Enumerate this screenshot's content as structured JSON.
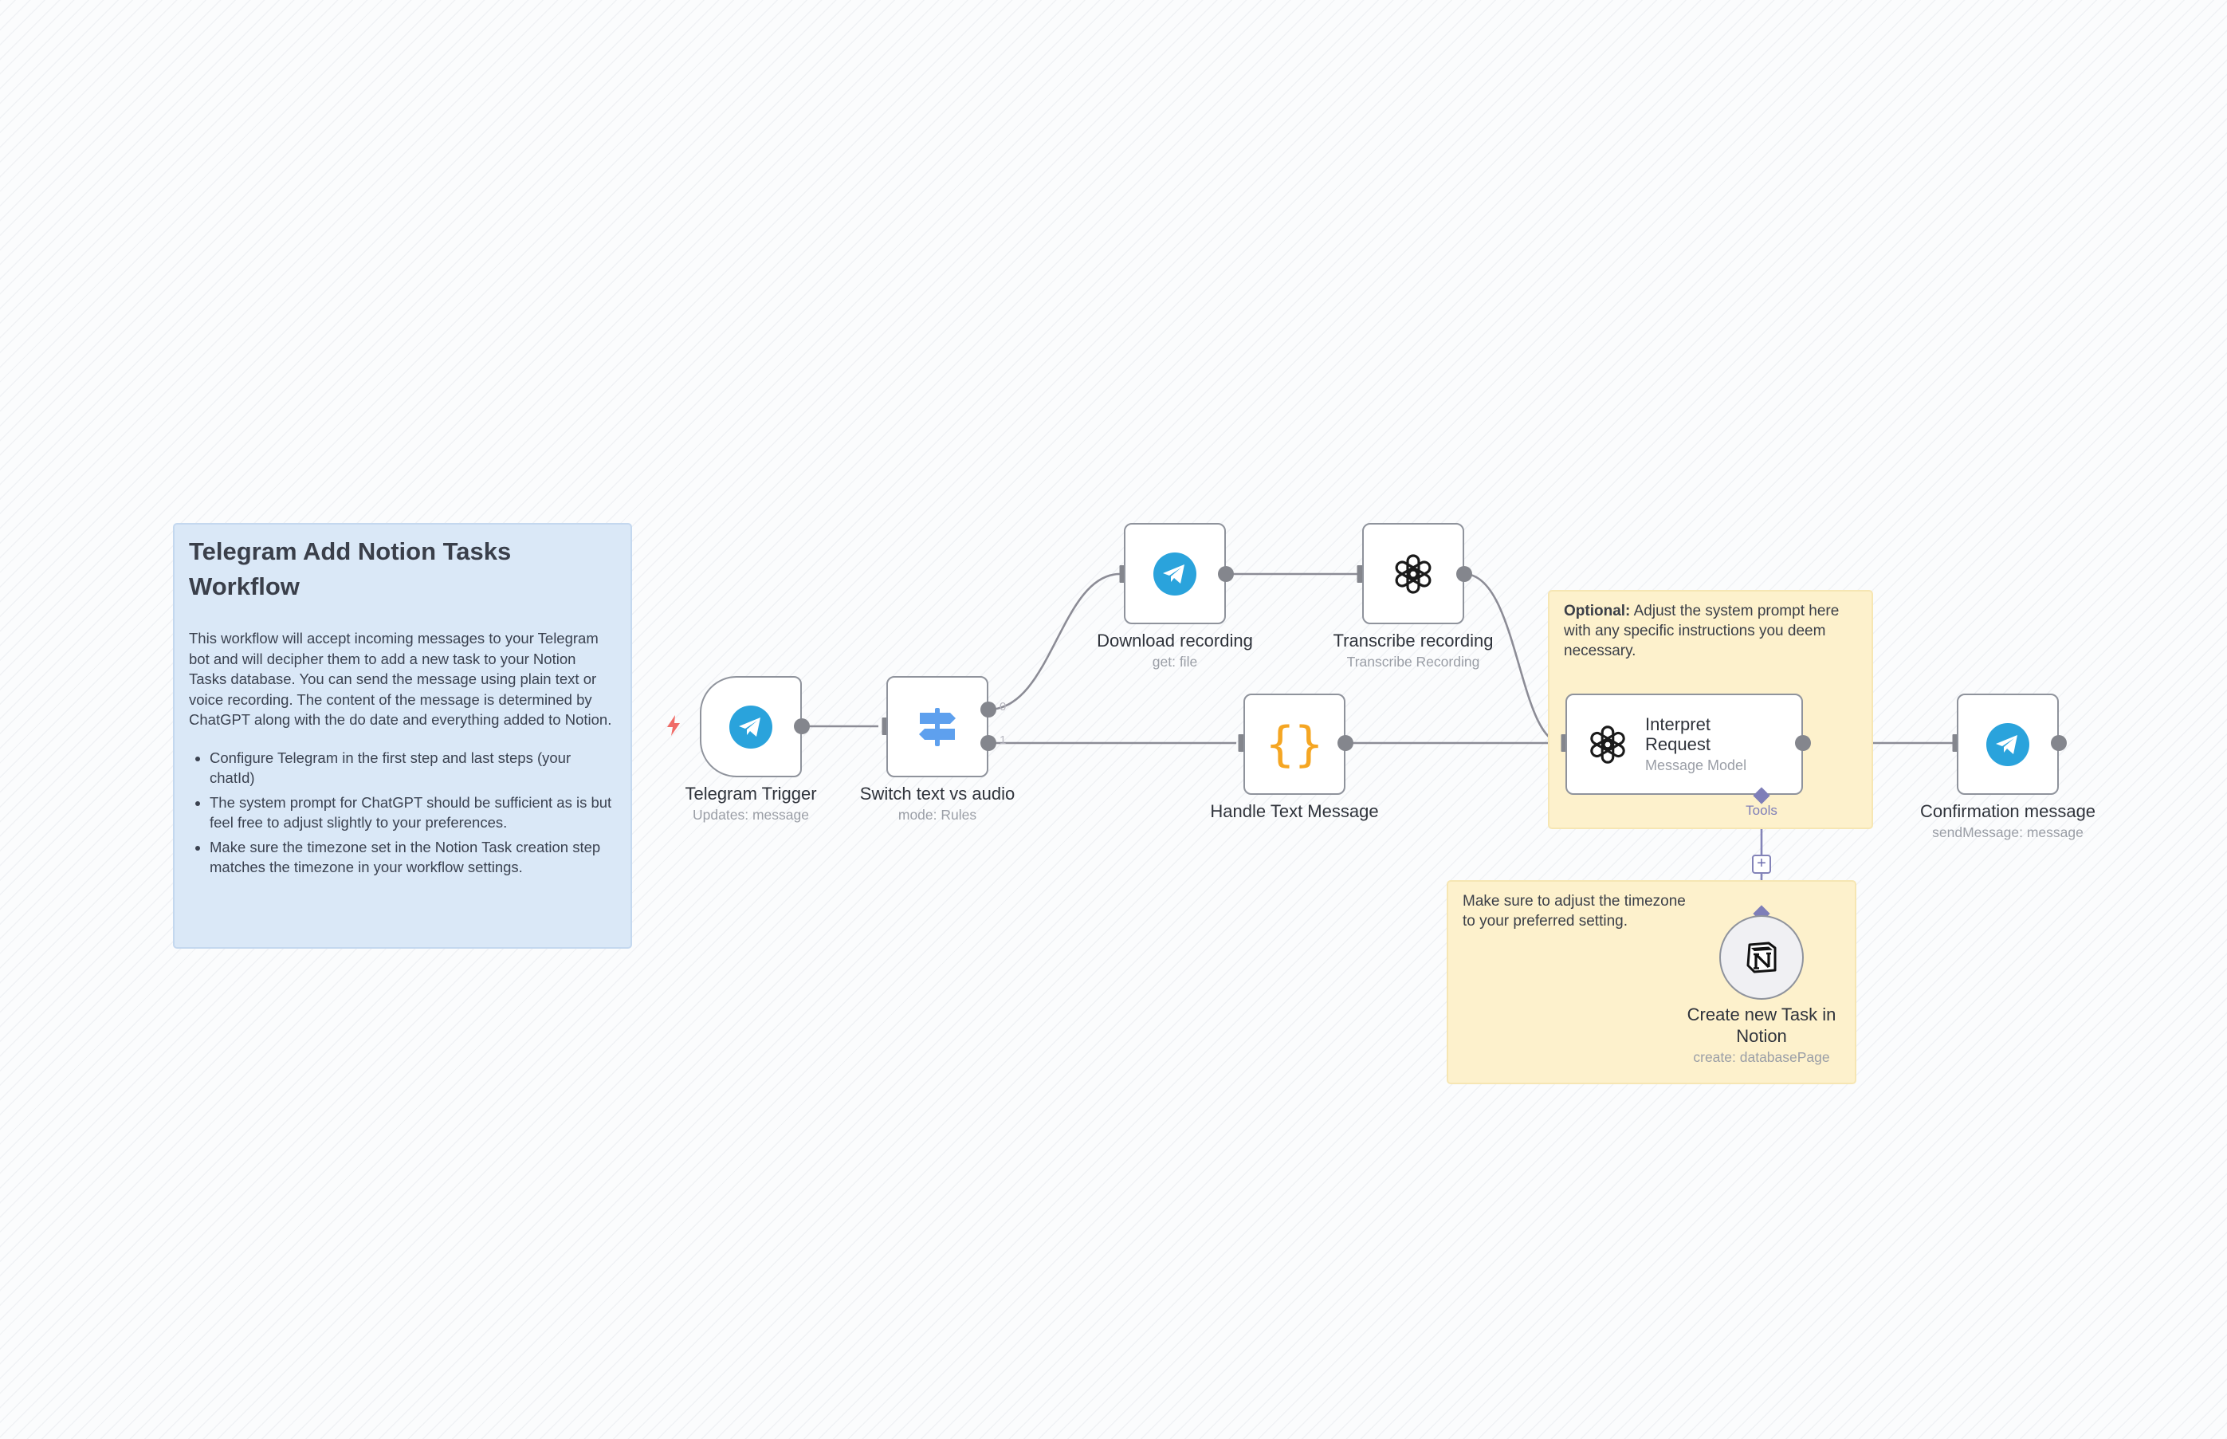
{
  "workflow": {
    "sticky_main": {
      "title": "Telegram Add Notion Tasks Workflow",
      "description": "This workflow will accept incoming messages to your Telegram bot and will decipher them to add a new task to your Notion Tasks database. You can send the message using plain text or voice recording. The content of the message is determined by ChatGPT along with the do date and everything added to Notion.",
      "bullets": [
        "Configure Telegram in the first step and last steps (your chatId)",
        "The system prompt for ChatGPT should be sufficient as is but feel free to adjust slightly to your preferences.",
        "Make sure the timezone set in the Notion Task creation step matches the timezone in your workflow settings."
      ]
    },
    "sticky_optional": {
      "bold": "Optional:",
      "text": " Adjust the system prompt here with any specific instructions you deem necessary."
    },
    "sticky_timezone": {
      "text": "Make sure to adjust the timezone to your preferred setting."
    },
    "nodes": {
      "telegram_trigger": {
        "title": "Telegram Trigger",
        "subtitle": "Updates: message",
        "icon": "telegram-icon"
      },
      "switch": {
        "title": "Switch text vs audio",
        "subtitle": "mode: Rules",
        "icon": "signpost-icon",
        "outputs": [
          "0",
          "1"
        ]
      },
      "download_recording": {
        "title": "Download recording",
        "subtitle": "get: file",
        "icon": "telegram-icon"
      },
      "transcribe_recording": {
        "title": "Transcribe recording",
        "subtitle": "Transcribe Recording",
        "icon": "openai-icon"
      },
      "handle_text": {
        "title": "Handle Text Message",
        "icon": "curly-braces-icon"
      },
      "interpret_request": {
        "title": "Interpret Request",
        "subtitle": "Message Model",
        "icon": "openai-icon",
        "tools_label": "Tools"
      },
      "confirmation": {
        "title": "Confirmation message",
        "subtitle": "sendMessage: message",
        "icon": "telegram-icon"
      },
      "notion_task": {
        "title": "Create new Task in Notion",
        "subtitle": "create: databasePage",
        "icon": "notion-icon"
      }
    },
    "colors": {
      "telegram": "#2aa3dc",
      "switch": "#5ea0ee",
      "code": "#f5a623",
      "tools": "#7e7eb8",
      "trigger_bolt": "#f06b67"
    }
  }
}
